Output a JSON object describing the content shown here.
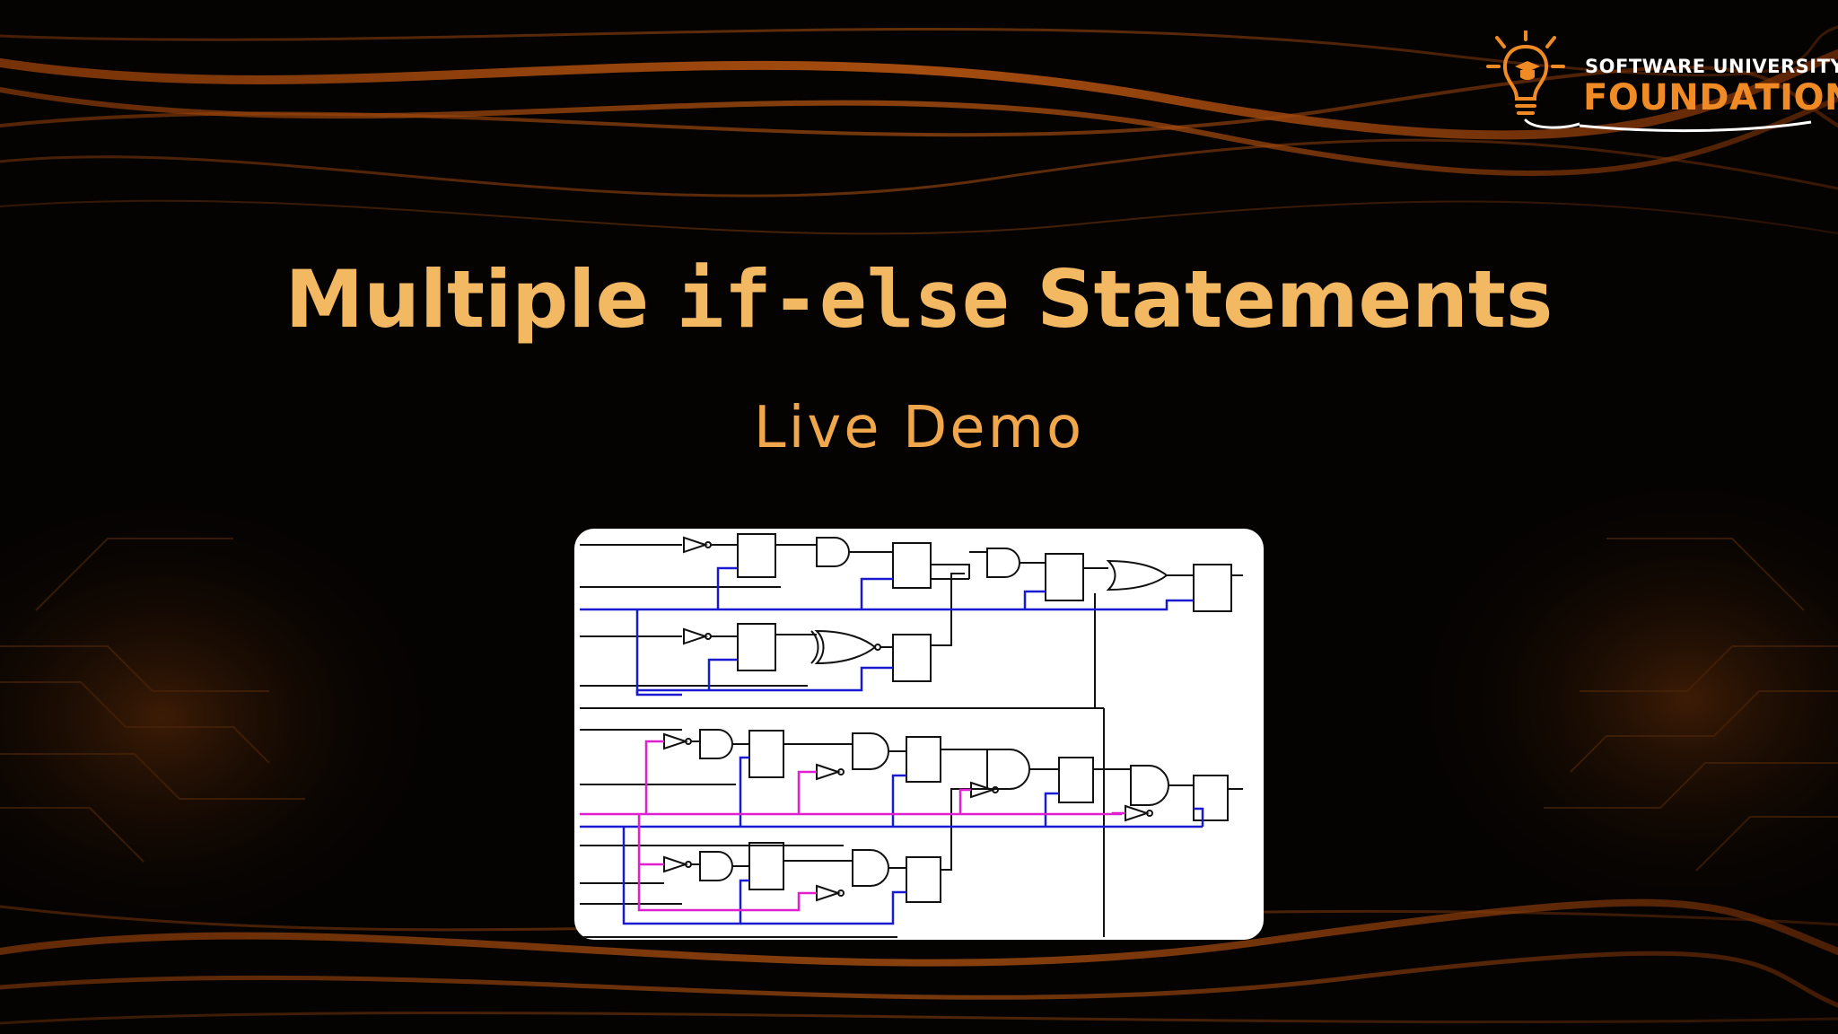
{
  "slide": {
    "title_part1": "Multiple ",
    "title_code": "if-else",
    "title_part2": " Statements",
    "subtitle": "Live Demo"
  },
  "logo": {
    "line1": "SOFTWARE UNIVERSITY",
    "line2": "FOUNDATION",
    "icon": "lightbulb-graduation-icon"
  },
  "image": {
    "icon": "logic-circuit-diagram"
  },
  "colors": {
    "background": "#050302",
    "title": "#f3b862",
    "subtitle": "#f0a64a",
    "accent_orange": "#f08a24",
    "wire_blue": "#1a1ad0",
    "wire_magenta": "#e020d0"
  }
}
